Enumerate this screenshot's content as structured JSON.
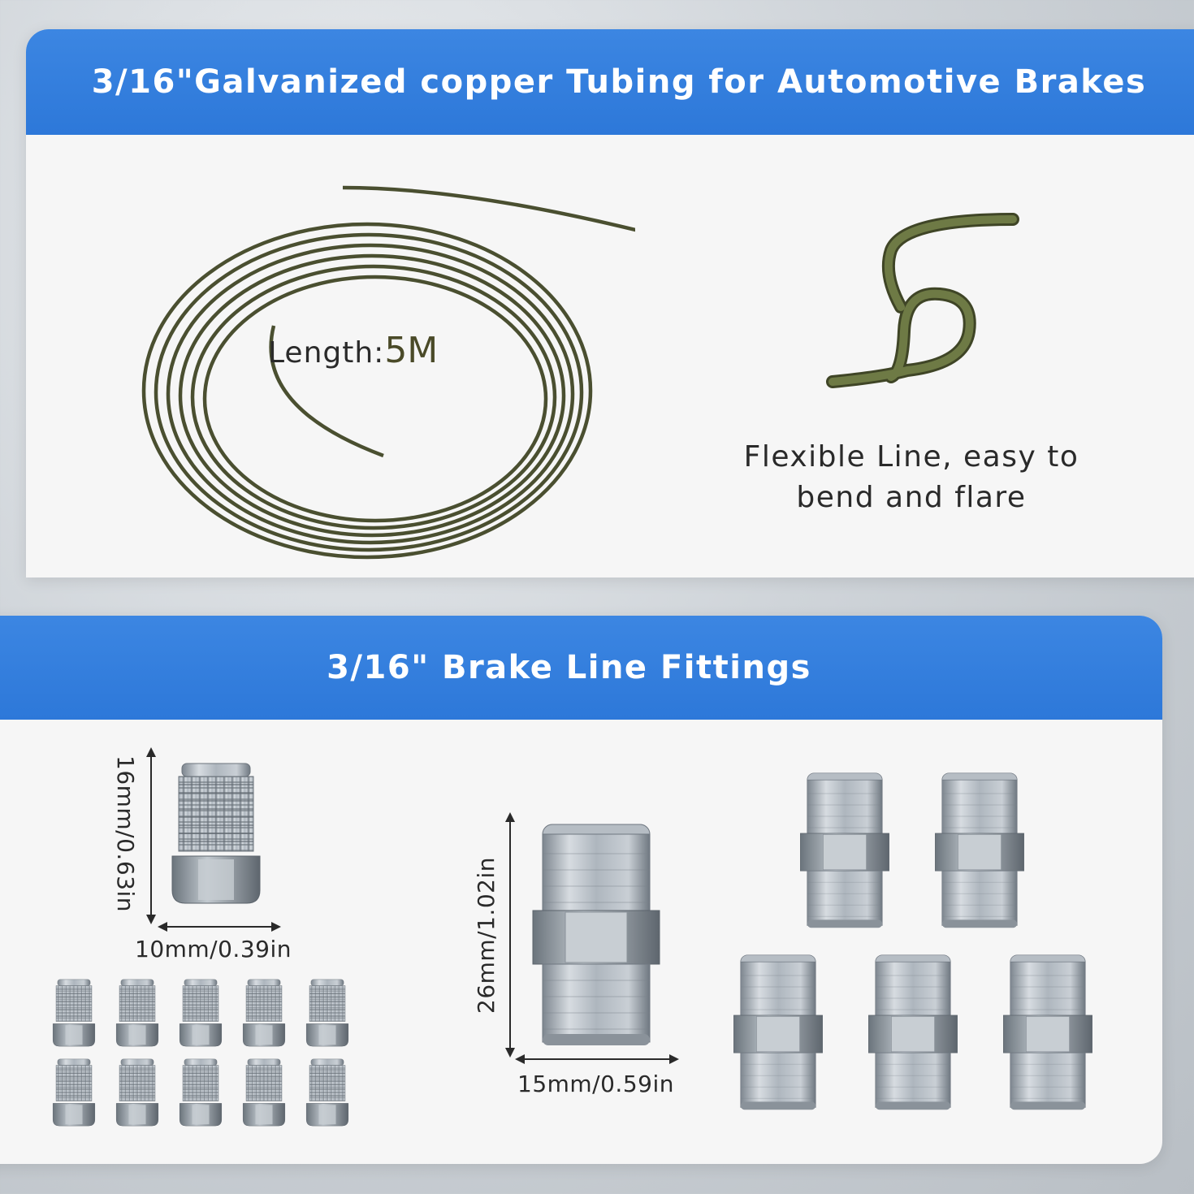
{
  "tubing": {
    "title": "3/16\"Galvanized copper Tubing for Automotive Brakes",
    "length_label": "Length:",
    "length_value": "5M",
    "flex_caption_line1": "Flexible Line, easy to",
    "flex_caption_line2": "bend and flare"
  },
  "fittings": {
    "title": "3/16\" Brake Line Fittings",
    "nut_height": "16mm/0.63in",
    "nut_width": "10mm/0.39in",
    "union_height": "26mm/1.02in",
    "union_width": "15mm/0.59in"
  },
  "colors": {
    "header_blue": "#2d78d9",
    "tube_green": "#4a4f30",
    "fitting_steel": "#a9b1b9"
  }
}
